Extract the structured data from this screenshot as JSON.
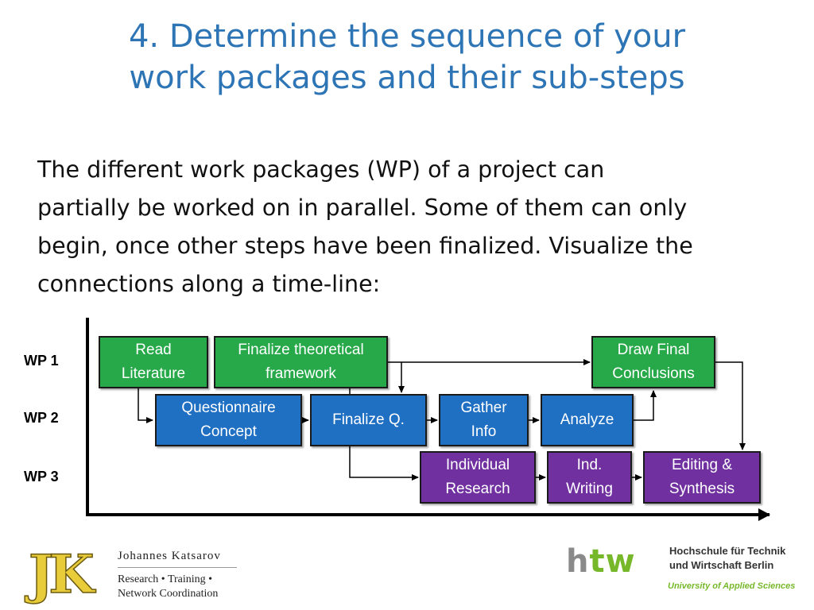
{
  "title": {
    "line1": "4. Determine the sequence of your",
    "line2": "work packages and their sub-steps"
  },
  "body_text": "The different work packages (WP) of a project can\npartially be worked on in parallel. Some of them can only\nbegin, once other steps have been finalized. Visualize the\nconnections along a time-line:",
  "diagram": {
    "rows": {
      "wp1": "WP 1",
      "wp2": "WP 2",
      "wp3": "WP 3"
    },
    "boxes": {
      "read_literature": "Read\nLiterature",
      "finalize_framework": "Finalize theoretical\nframework",
      "draw_conclusions": "Draw Final\nConclusions",
      "questionnaire_concept": "Questionnaire\nConcept",
      "finalize_q": "Finalize Q.",
      "gather_info": "Gather\nInfo",
      "analyze": "Analyze",
      "individual_research": "Individual\nResearch",
      "ind_writing": "Ind.\nWriting",
      "editing_synthesis": "Editing &\nSynthesis"
    },
    "colors": {
      "wp1": "#27a94a",
      "wp2": "#1f6fc2",
      "wp3": "#7030a0"
    }
  },
  "logos": {
    "jk": {
      "letters": "JK",
      "name": "Johannes Katsarov",
      "tagline1": "Research • Training •",
      "tagline2": "Network Coordination"
    },
    "htw": {
      "h": "h",
      "tw": "tw",
      "line1": "Hochschule für Technik",
      "line2": "und Wirtschaft Berlin",
      "line3": "University of Applied Sciences"
    }
  },
  "title_color": "#2e75b6"
}
